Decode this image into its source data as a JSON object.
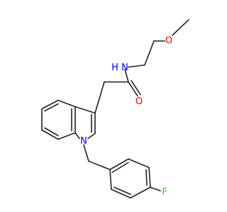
{
  "atoms": {
    "N_amide": {
      "label": "N",
      "color": "#0000ff"
    },
    "H_amide": {
      "label": "H",
      "color": "#0000ff"
    },
    "O_ether": {
      "label": "O",
      "color": "#ff0000"
    },
    "O_carbonyl": {
      "label": "O",
      "color": "#ff0000"
    },
    "N_indole": {
      "label": "N",
      "color": "#0000ff"
    },
    "F": {
      "label": "F",
      "color": "#33cc33"
    }
  },
  "bond_color": "#222222"
}
